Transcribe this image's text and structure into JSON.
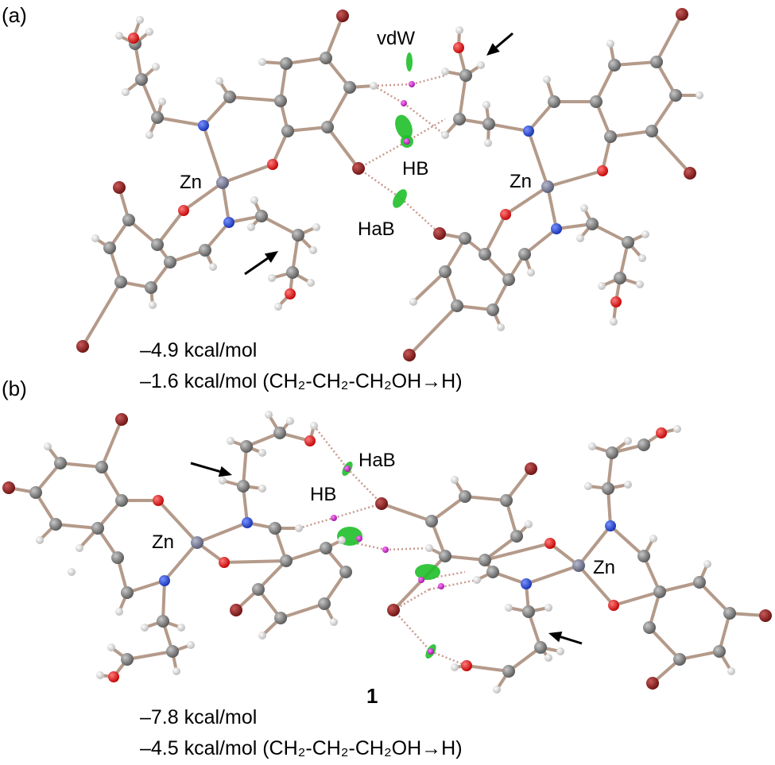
{
  "panel_a": {
    "panel_label": "(a)",
    "zn_label_left": "Zn",
    "zn_label_right": "Zn",
    "vdw_label": "vdW",
    "hb_label": "HB",
    "hab_label": "HaB",
    "energy_total": "–4.9 kcal/mol",
    "energy_truncated": "–1.6 kcal/mol (CH₂-CH₂-CH₂OH→H)"
  },
  "panel_b": {
    "panel_label": "(b)",
    "zn_label_left": "Zn",
    "zn_label_right": "Zn",
    "hab_label": "HaB",
    "hb_label": "HB",
    "compound_label": "1",
    "energy_total": "–7.8 kcal/mol",
    "energy_truncated": "–4.5 kcal/mol (CH₂-CH₂-CH₂OH→H)"
  },
  "colors": {
    "carbon": "#7a7a7a",
    "hydrogen": "#e8e8e8",
    "oxygen": "#e00000",
    "nitrogen": "#1a3ad0",
    "bromine": "#8b1a1a",
    "zinc": "#7d7f9a",
    "bond": "#b49a8a",
    "nci_surface": "#1fbf2a",
    "critical_point": "#c020c0",
    "contact_line": "#c99a8e"
  }
}
